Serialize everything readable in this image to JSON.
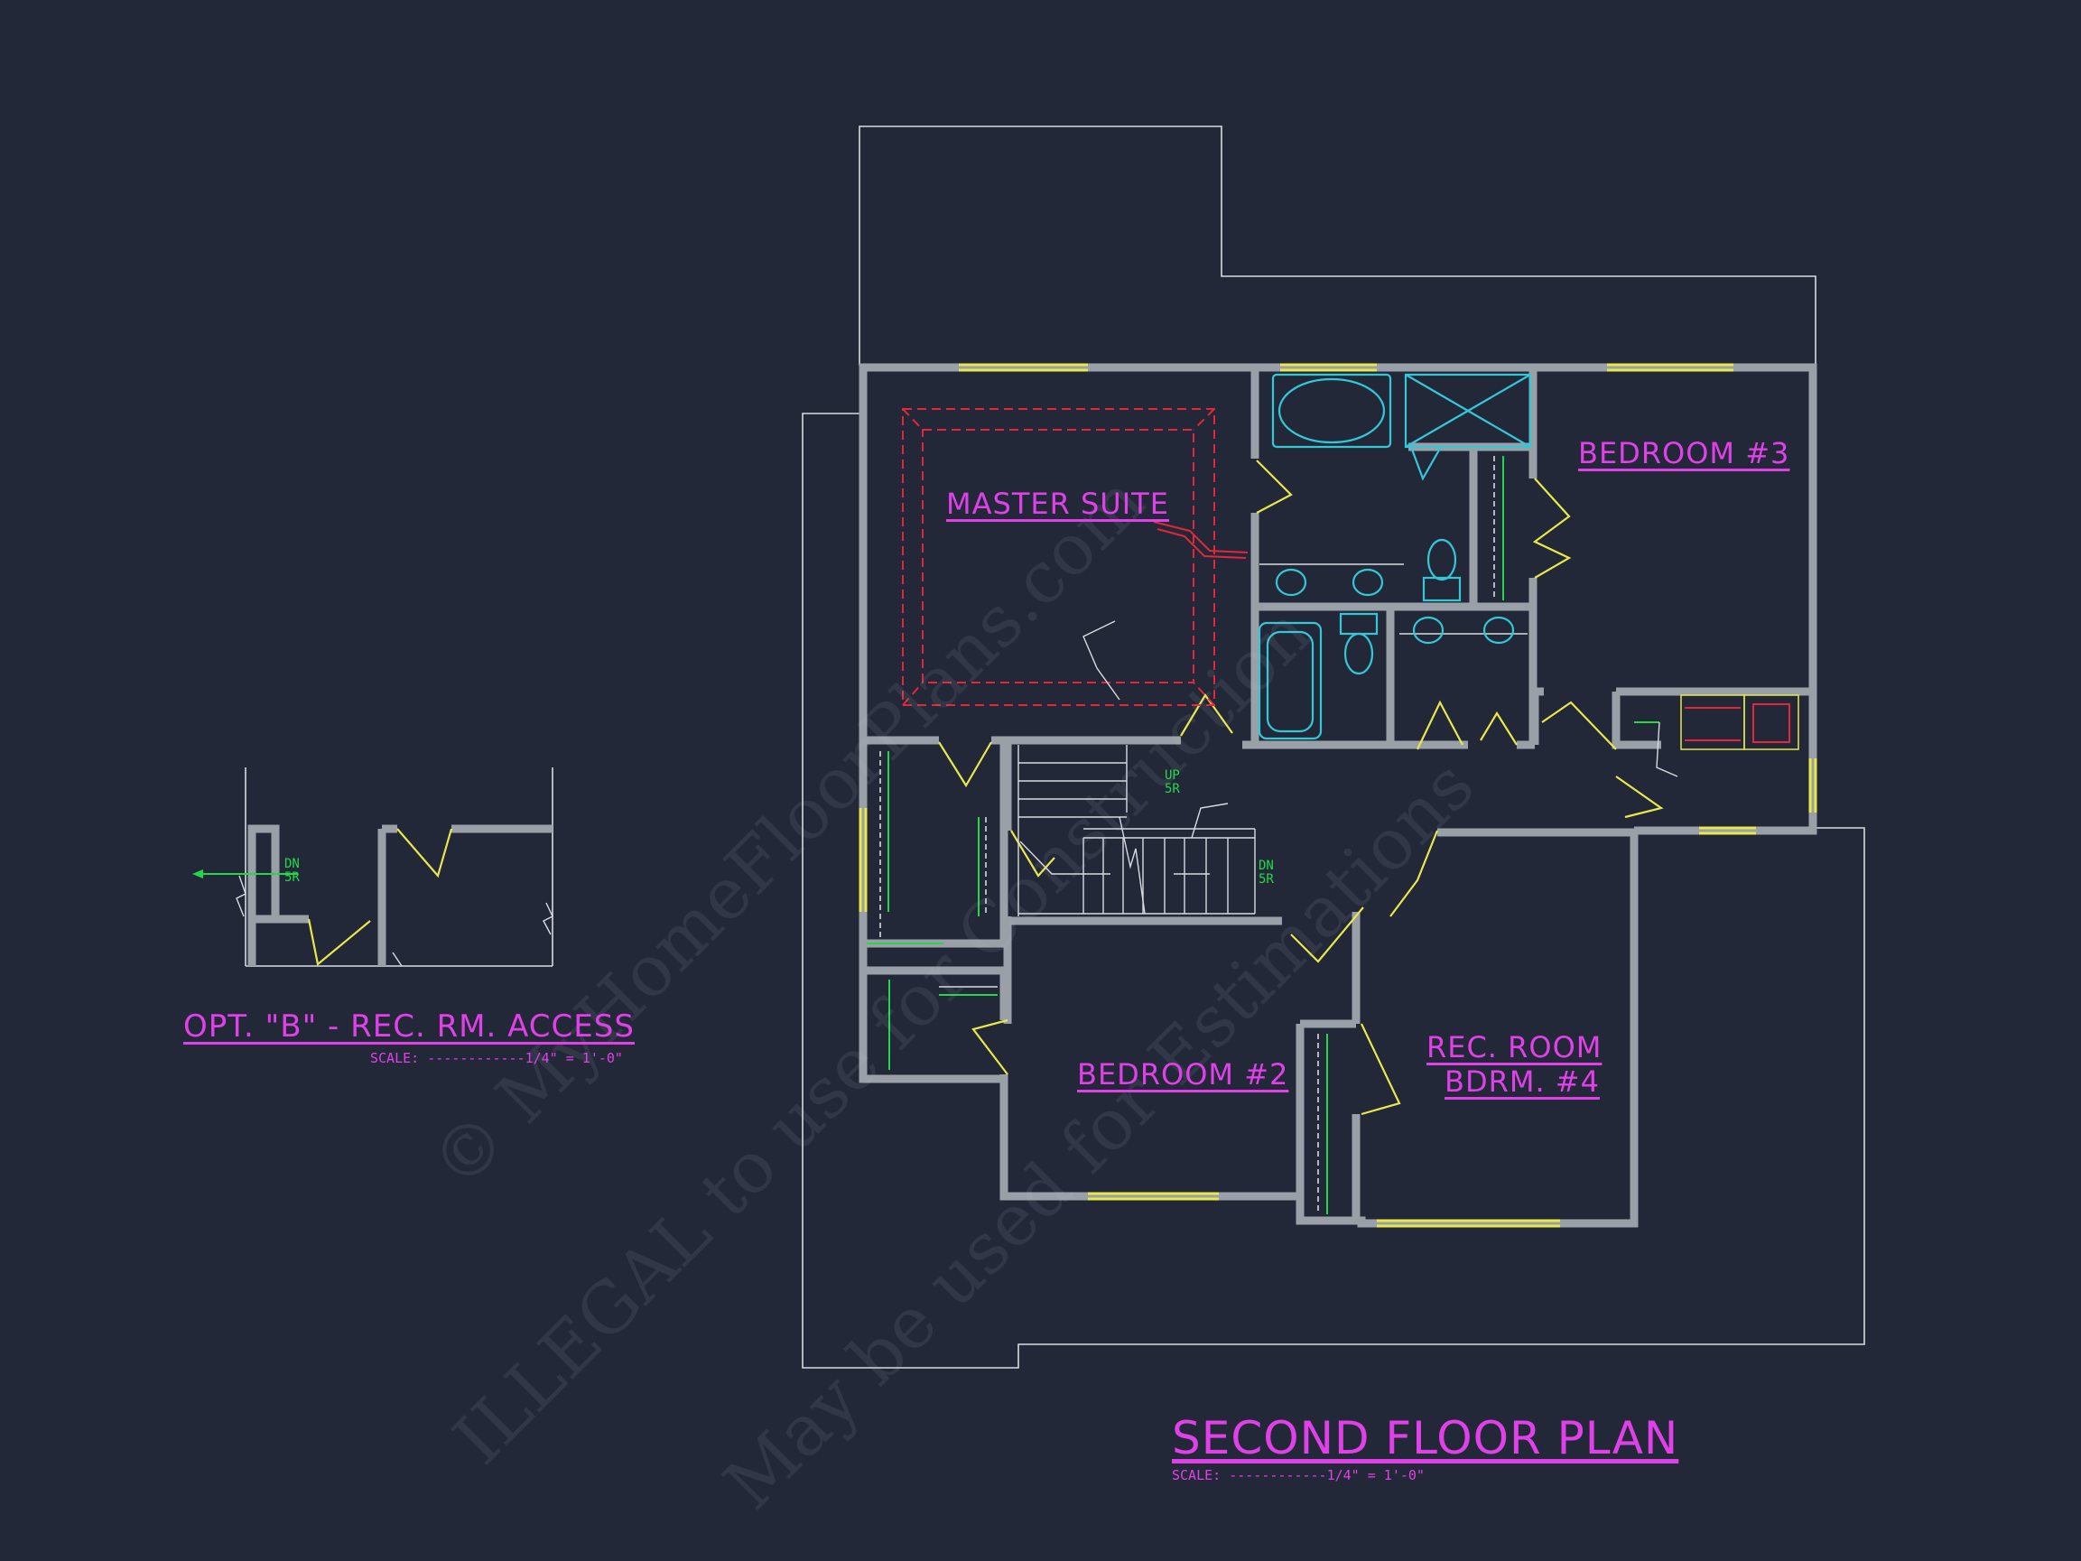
{
  "plan": {
    "title": "SECOND FLOOR PLAN",
    "scale": "SCALE: ------------1/4\" = 1'-0\"",
    "rooms": {
      "master_suite": "MASTER SUITE",
      "bedroom_3": "BEDROOM #3",
      "bedroom_2": "BEDROOM #2",
      "rec_room_line1": "REC. ROOM",
      "rec_room_line2": "BDRM. #4"
    },
    "stair_notes": {
      "up": "UP\n5R",
      "dn": "DN\n5R"
    }
  },
  "option_b": {
    "title": "OPT. \"B\" - REC. RM. ACCESS",
    "scale": "SCALE: ------------1/4\" = 1'-0\"",
    "stair_note": "DN\n5R"
  },
  "watermark": {
    "line1": "© MyHomeFloorPlans.com",
    "line2": "ILLEGAL to use for Construction",
    "line3": "May be used for Estimations"
  },
  "colors": {
    "background": "#232839",
    "labels": "#e040e8",
    "walls": "#9aa0a8",
    "windows_doors": "#e8e84a",
    "fixtures": "#32c8d8",
    "shelving": "#22d84a",
    "ceiling_outline": "#e0283a"
  }
}
